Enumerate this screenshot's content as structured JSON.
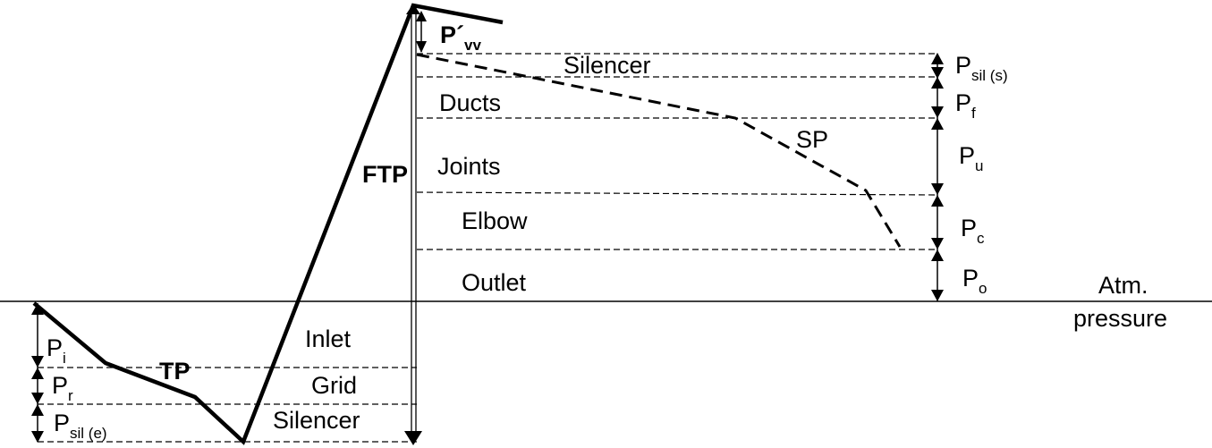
{
  "colors": {
    "line": "#000000",
    "background": "#ffffff"
  },
  "regions": {
    "discharge": [
      "Silencer",
      "Ducts",
      "Joints",
      "Elbow",
      "Outlet"
    ],
    "suction": [
      "Inlet",
      "Grid",
      "Silencer"
    ]
  },
  "curves": {
    "total_pressure": "TP",
    "fan_total_pressure": "FTP",
    "static_pressure": "SP"
  },
  "atmosphere": {
    "line1": "Atm.",
    "line2": "pressure"
  },
  "pressure_labels": {
    "pvv": {
      "main": "P´",
      "sub": "vv"
    },
    "psil_s": {
      "main": "P",
      "sub": "sil (s)"
    },
    "pf": {
      "main": "P",
      "sub": "f"
    },
    "pu": {
      "main": "P",
      "sub": "u"
    },
    "pc": {
      "main": "P",
      "sub": "c"
    },
    "po": {
      "main": "P",
      "sub": "o"
    },
    "pi": {
      "main": "P",
      "sub": "i"
    },
    "pr": {
      "main": "P",
      "sub": "r"
    },
    "psil_e": {
      "main": "P",
      "sub": "sil (e)"
    }
  }
}
